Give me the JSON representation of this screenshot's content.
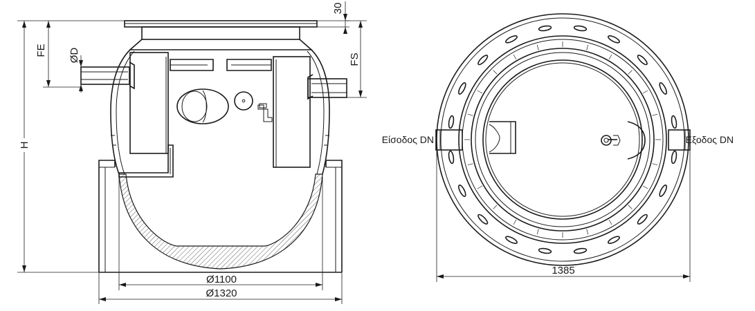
{
  "side_view": {
    "height_label": "H",
    "fe_label": "FE",
    "od_label": "ØD",
    "fs_label": "FS",
    "top_dim_label": "30",
    "inner_diameter_label": "Ø1100",
    "outer_diameter_label": "Ø1320"
  },
  "plan_view": {
    "inlet_label": "Είσοδος DN",
    "outlet_label": "Έξοδος DN",
    "width_label": "1385"
  }
}
